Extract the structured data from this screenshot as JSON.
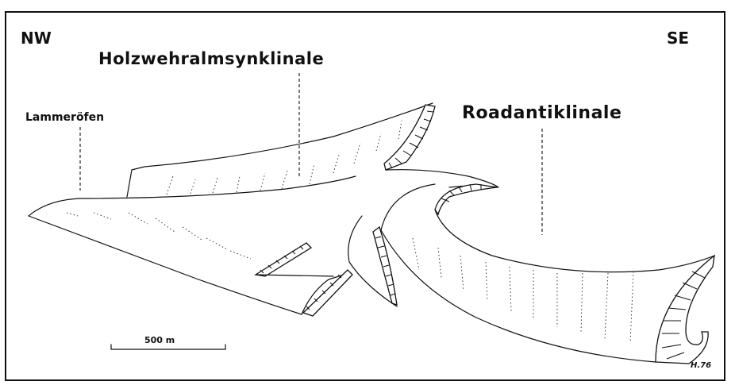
{
  "labels": {
    "nw": "NW",
    "se": "SE",
    "syncline": "Holzwehralmsynklinale",
    "lammeroefen": "Lammeröfen",
    "anticline": "Roadantiklinale",
    "scale": "500 m",
    "signature": "H.76"
  }
}
